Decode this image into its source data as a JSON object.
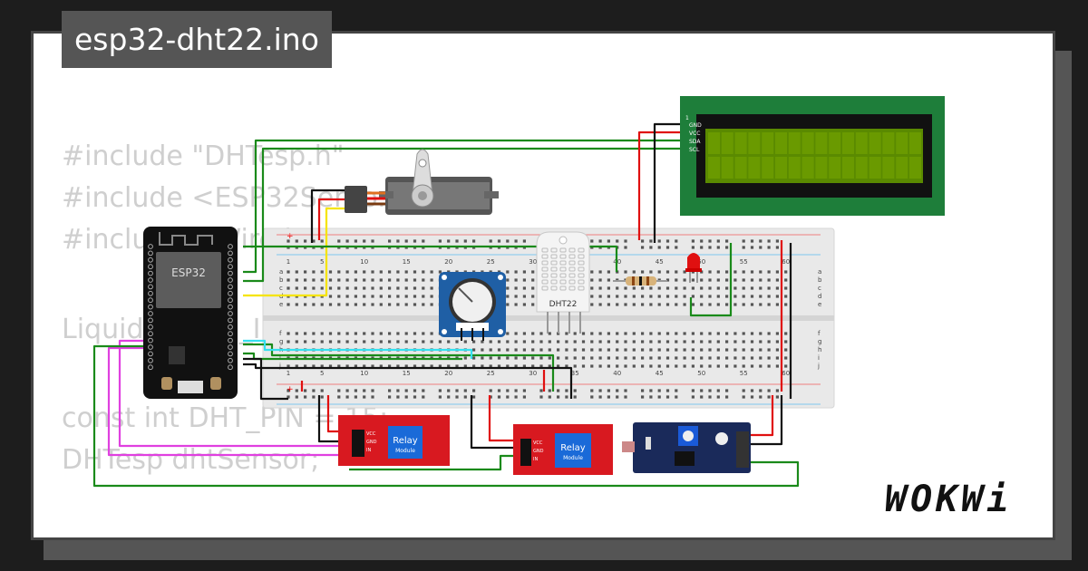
{
  "header": {
    "title": "esp32-dht22.ino"
  },
  "code_lines": [
    "#include \"DHTesp.h\"",
    "#include <ESP32Servo.h>",
    "#include <Wire.h>",
    "",
    "LiquidCrystal_I2C lcd",
    "",
    "const int DHT_PIN = 15;",
    "DHTesp dhtSensor;"
  ],
  "board": {
    "label": "ESP32"
  },
  "sensor": {
    "label": "DHT22"
  },
  "lcd": {
    "pins": [
      "GND",
      "VCC",
      "SDA",
      "SCL"
    ]
  },
  "relay_1": {
    "title": "Relay",
    "sub": "Module",
    "pins": [
      "VCC",
      "GND",
      "IN"
    ]
  },
  "relay_2": {
    "title": "Relay",
    "sub": "Module",
    "pins": [
      "VCC",
      "GND",
      "IN"
    ]
  },
  "breadboard": {
    "col_labels": [
      "1",
      "5",
      "10",
      "15",
      "20",
      "25",
      "30",
      "35",
      "40",
      "45",
      "50",
      "55",
      "60"
    ],
    "row_labels_top": [
      "a",
      "b",
      "c",
      "d",
      "e"
    ],
    "row_labels_bottom": [
      "f",
      "g",
      "h",
      "i",
      "j"
    ]
  },
  "brand": {
    "logo": "WOKWi"
  },
  "colors": {
    "wire_green": "#1a8a1a",
    "wire_red": "#e01010",
    "wire_black": "#111111",
    "wire_yellow": "#f5e400",
    "wire_cyan": "#34e0f0",
    "wire_magenta": "#e040e0",
    "lcd_board": "#1e7e3a",
    "lcd_screen": "#5a8a00",
    "relay_board": "#d81920"
  }
}
